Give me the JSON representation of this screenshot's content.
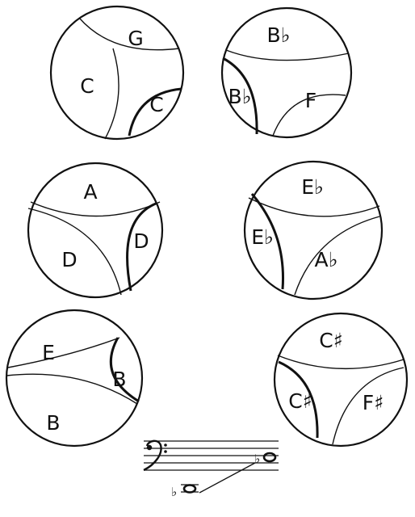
{
  "circles": [
    {
      "labels": [
        "G",
        "C",
        "C"
      ]
    },
    {
      "labels": [
        "B♭",
        "B♭",
        "F"
      ]
    },
    {
      "labels": [
        "A",
        "D",
        "D"
      ]
    },
    {
      "labels": [
        "E♭",
        "E♭",
        "A♭"
      ]
    },
    {
      "labels": [
        "E",
        "B",
        "B"
      ]
    },
    {
      "labels": [
        "C♯",
        "C♯",
        "F♯"
      ]
    }
  ],
  "staff": {
    "clef": "bass-clef-icon",
    "notes": [
      "♭",
      "♭"
    ]
  }
}
